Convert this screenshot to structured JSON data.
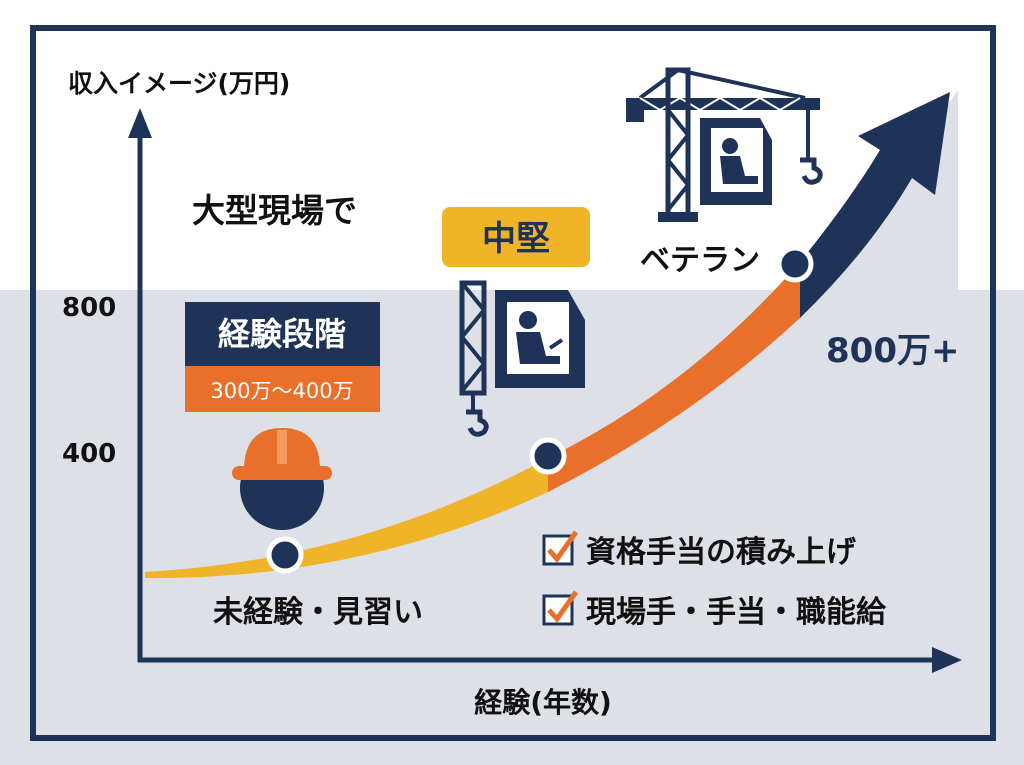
{
  "axes": {
    "y_label": "収入イメージ(万円)",
    "x_label": "経験(年数)",
    "y_ticks": [
      "800",
      "400"
    ]
  },
  "heading": "大型現場で",
  "stages": {
    "entry": {
      "title": "経験段階",
      "range": "300万〜400万",
      "label": "未経験・見習い",
      "icon": "hard-hat-icon"
    },
    "mid": {
      "title": "中堅",
      "icon": "crane-operator-icon"
    },
    "veteran": {
      "title": "ベテラン",
      "value": "800万+",
      "icon": "tower-crane-icon"
    }
  },
  "checklist": [
    {
      "label": "資格手当の積み上げ",
      "checked": true
    },
    {
      "label": "現場手・手当・職能給",
      "checked": true
    }
  ],
  "colors": {
    "navy": "#1f3359",
    "orange": "#e8702a",
    "yellow": "#f0b429",
    "grey_band": "#dde0e7",
    "white": "#ffffff"
  }
}
